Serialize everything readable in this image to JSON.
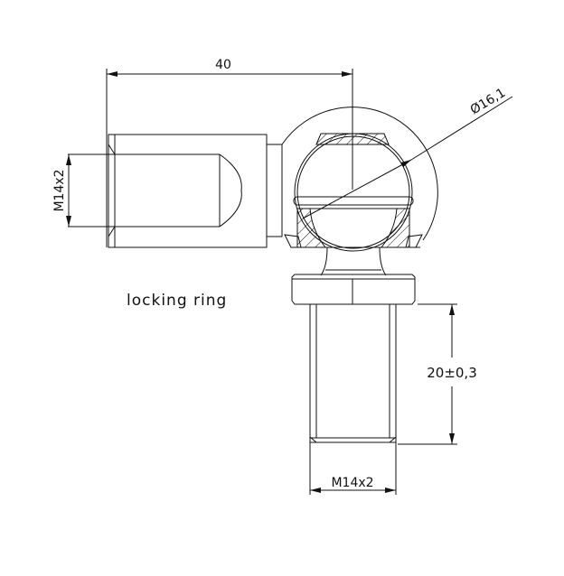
{
  "drawing": {
    "dim_length": "40",
    "dim_ball_diameter": "Ø16,1",
    "dim_thread_socket": "M14x2",
    "dim_stud_length": "20±0,3",
    "dim_thread_stud": "M14x2",
    "label_locking_ring": "locking ring",
    "line_color": "#111111"
  }
}
